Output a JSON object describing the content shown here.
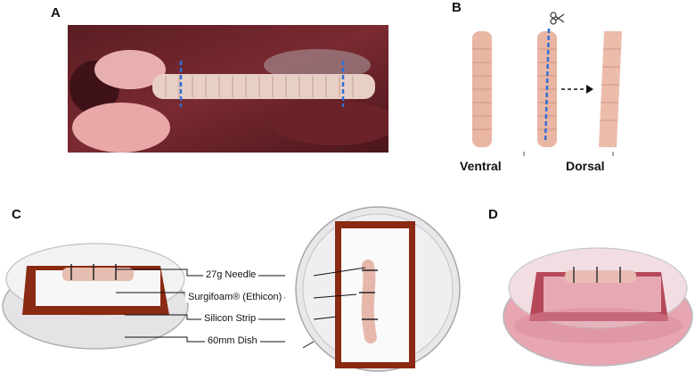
{
  "panels": {
    "a": {
      "letter": "A"
    },
    "b": {
      "letter": "B",
      "ventral_label": "Ventral",
      "dorsal_label": "Dorsal"
    },
    "c": {
      "letter": "C",
      "callouts": [
        "27g Needle",
        "Surgifoam® (Ethicon)",
        "Silicon Strip",
        "60mm Dish"
      ]
    },
    "d": {
      "letter": "D"
    }
  },
  "icons": {
    "scissors": "scissors-icon",
    "arrow": "dashed-arrow-icon"
  },
  "colors": {
    "tissue": "#e8b8a8",
    "cut_line": "#2f6fd6",
    "silicone": "#8a2a12",
    "media": "#d98a9a"
  }
}
